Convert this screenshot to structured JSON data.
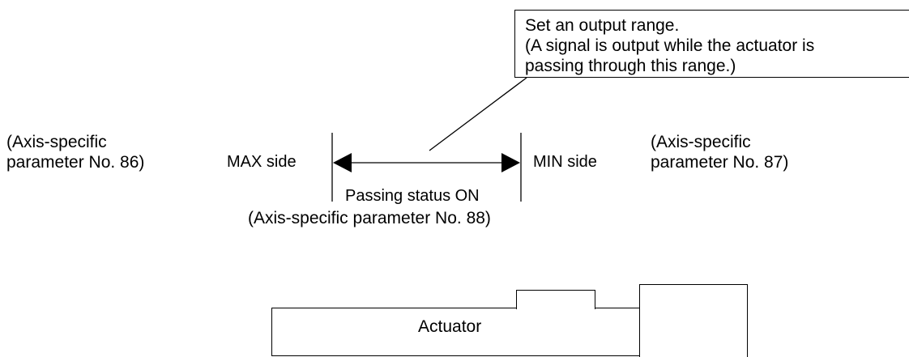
{
  "callout": {
    "line1": "Set an output range.",
    "line2": "(A signal is output while the actuator is",
    "line3": "passing through this range.)"
  },
  "left_param": {
    "line1": "(Axis-specific",
    "line2": "parameter No. 86)"
  },
  "right_param": {
    "line1": "(Axis-specific",
    "line2": "parameter No. 87)"
  },
  "labels": {
    "max_side": "MAX side",
    "min_side": "MIN side",
    "passing_status": "Passing status ON",
    "range_param": "(Axis-specific parameter No. 88)",
    "actuator": "Actuator"
  },
  "colors": {
    "line": "#000000",
    "background": "#ffffff"
  }
}
